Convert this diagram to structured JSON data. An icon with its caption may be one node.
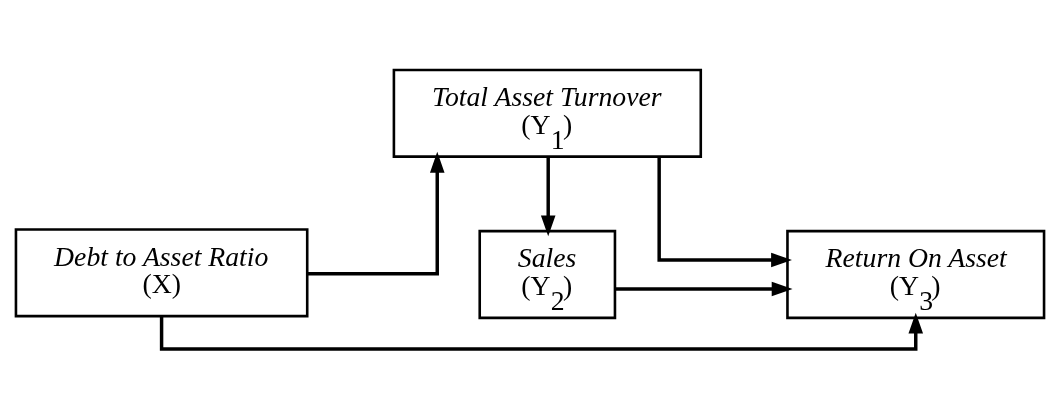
{
  "diagram": {
    "nodes": [
      {
        "text": [
          "Debt to Asset Ratio",
          "(X)"
        ]
      },
      {
        "text": [
          "Total Asset Turnover",
          "(Y$_{1}$)"
        ]
      },
      {
        "text": [
          "Sales",
          "(Y$_{2}$)"
        ]
      },
      {
        "text": [
          "Return On Asset",
          "(Y$_{3}$)"
        ]
      }
    ],
    "edges": [
      {
        "from": 0,
        "to": 1,
        "arrow": "to"
      },
      {
        "from": 1,
        "to": 2,
        "arrow": "to"
      },
      {
        "from": 1,
        "to": 3,
        "arrow": "to"
      },
      {
        "from": 2,
        "to": 3,
        "arrow": "to"
      },
      {
        "from": 0,
        "to": 3,
        "arrow": "to"
      }
    ]
  }
}
